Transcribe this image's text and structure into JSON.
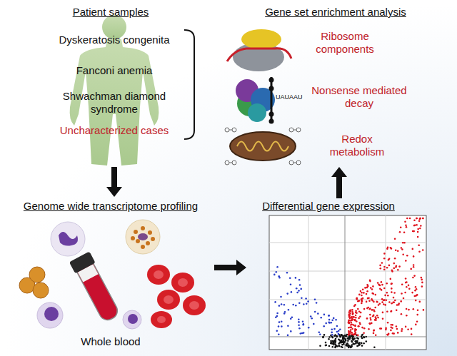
{
  "diagram": {
    "nodes": [
      {
        "text": [
          "Patient samples",
          "Dyskeratosis congenita",
          "Fanconi anemia",
          "Shwachman diamond syndrome",
          "Uncharacterized cases"
        ]
      },
      {
        "text": [
          "Gene set enrichment analysis",
          "Ribosome components",
          "Nonsense mediated decay",
          "Redox metabolism"
        ]
      },
      {
        "text": [
          "Genome wide transcriptome profiling",
          "Whole blood"
        ]
      },
      {
        "text": [
          "Differential gene expression"
        ]
      }
    ],
    "edges": [
      {
        "from": 0,
        "to": 2,
        "arrow": "to"
      },
      {
        "from": 2,
        "to": 3,
        "arrow": "to"
      },
      {
        "from": 3,
        "to": 1,
        "arrow": "to"
      }
    ],
    "labels": [
      "UAUAAU"
    ]
  }
}
